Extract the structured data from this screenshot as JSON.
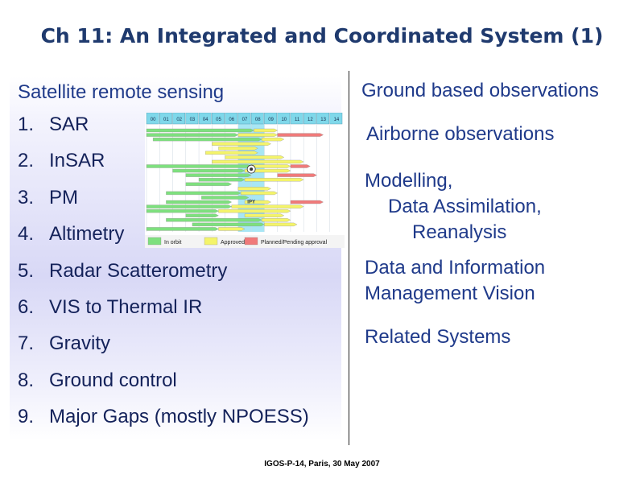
{
  "slide": {
    "title": "Ch 11: An Integrated and Coordinated System (1)",
    "footer": "IGOS-P-14, Paris, 30 May 2007"
  },
  "left": {
    "heading": "Satellite remote sensing",
    "items": [
      {
        "num": "1.",
        "label": "SAR"
      },
      {
        "num": "2.",
        "label": "InSAR"
      },
      {
        "num": "3.",
        "label": "PM"
      },
      {
        "num": "4.",
        "label": "Altimetry"
      },
      {
        "num": "5.",
        "label": "Radar Scatterometry"
      },
      {
        "num": "6.",
        "label": "VIS to Thermal IR"
      },
      {
        "num": "7.",
        "label": "Gravity"
      },
      {
        "num": "8.",
        "label": "Ground control"
      },
      {
        "num": "9.",
        "label": "Major Gaps (mostly NPOESS)"
      }
    ]
  },
  "right": {
    "ground": "Ground based observations",
    "airborne": "Airborne observations",
    "modelling": [
      "Modelling,",
      "Data Assimilation,",
      "Reanalysis"
    ],
    "data_info": [
      "Data and Information",
      "Management Vision"
    ],
    "related": "Related Systems"
  },
  "timeline": {
    "years": [
      "00",
      "01",
      "02",
      "03",
      "04",
      "05",
      "06",
      "07",
      "08",
      "09",
      "10",
      "11",
      "12",
      "13",
      "14"
    ],
    "legend": [
      "In orbit",
      "Approved",
      "Planned/Pending approval"
    ],
    "colors": {
      "in_orbit": "#7ee07e",
      "approved": "#f4f46a",
      "planned": "#f07a7a",
      "header": "#7fd8ea",
      "ipy": "#a8e6f4"
    },
    "ipy_label": "IPY",
    "ipy_years": [
      "07",
      "08"
    ],
    "missions": [
      {
        "segs": [
          {
            "s": 0,
            "e": 8.2,
            "st": "in_orbit"
          },
          {
            "s": 8.2,
            "e": 10,
            "st": "approved"
          }
        ]
      },
      {
        "segs": [
          {
            "s": 0,
            "e": 7,
            "st": "in_orbit"
          },
          {
            "s": 7,
            "e": 10,
            "st": "approved"
          },
          {
            "s": 10,
            "e": 13.5,
            "st": "planned"
          }
        ]
      },
      {
        "segs": [
          {
            "s": 0.5,
            "e": 8.8,
            "st": "in_orbit"
          },
          {
            "s": 8.8,
            "e": 10.5,
            "st": "approved"
          }
        ]
      },
      {
        "segs": [
          {
            "s": 5,
            "e": 9.5,
            "st": "approved"
          }
        ]
      },
      {
        "segs": [
          {
            "s": 5.5,
            "e": 8.5,
            "st": "approved"
          }
        ]
      },
      {
        "segs": [
          {
            "s": 4.5,
            "e": 8.5,
            "st": "approved"
          }
        ]
      },
      {
        "segs": [
          {
            "s": 6,
            "e": 10.5,
            "st": "approved"
          }
        ]
      },
      {
        "segs": [
          {
            "s": 5,
            "e": 12,
            "st": "approved"
          }
        ]
      },
      {
        "segs": [
          {
            "s": 0,
            "e": 8,
            "st": "in_orbit"
          },
          {
            "s": 8,
            "e": 11,
            "st": "approved"
          },
          {
            "s": 11,
            "e": 12.5,
            "st": "planned"
          }
        ]
      },
      {
        "segs": [
          {
            "s": 2,
            "e": 7.5,
            "st": "in_orbit"
          },
          {
            "s": 7.5,
            "e": 11,
            "st": "approved"
          }
        ]
      },
      {
        "segs": [
          {
            "s": 3,
            "e": 8,
            "st": "in_orbit"
          },
          {
            "s": 10,
            "e": 13,
            "st": "planned"
          }
        ]
      },
      {
        "segs": [
          {
            "s": 4,
            "e": 7.5,
            "st": "in_orbit"
          },
          {
            "s": 7.5,
            "e": 12,
            "st": "approved"
          }
        ]
      },
      {
        "segs": [
          {
            "s": 3,
            "e": 6.5,
            "st": "in_orbit"
          }
        ]
      },
      {
        "segs": [
          {
            "s": 7,
            "e": 9.5,
            "st": "approved"
          }
        ]
      },
      {
        "segs": [
          {
            "s": 1.5,
            "e": 7.2,
            "st": "in_orbit"
          },
          {
            "s": 7.2,
            "e": 10,
            "st": "approved"
          }
        ]
      },
      {
        "segs": [
          {
            "s": 4.2,
            "e": 7.8,
            "st": "in_orbit"
          }
        ]
      },
      {
        "segs": [
          {
            "s": 1.5,
            "e": 6.5,
            "st": "in_orbit"
          },
          {
            "s": 7.5,
            "e": 9.5,
            "st": "approved"
          },
          {
            "s": 11,
            "e": 13.5,
            "st": "planned"
          }
        ]
      },
      {
        "segs": [
          {
            "s": 0,
            "e": 6.5,
            "st": "in_orbit"
          },
          {
            "s": 6.5,
            "e": 12,
            "st": "approved"
          }
        ]
      },
      {
        "segs": [
          {
            "s": 0,
            "e": 5.5,
            "st": "in_orbit"
          },
          {
            "s": 5.5,
            "e": 11,
            "st": "approved"
          }
        ]
      },
      {
        "segs": [
          {
            "s": 3,
            "e": 5.5,
            "st": "in_orbit"
          },
          {
            "s": 7.5,
            "e": 10.5,
            "st": "approved"
          }
        ]
      },
      {
        "segs": [
          {
            "s": 1.5,
            "e": 8.8,
            "st": "in_orbit"
          },
          {
            "s": 8.8,
            "e": 11,
            "st": "approved"
          }
        ]
      },
      {
        "segs": [
          {
            "s": 3.5,
            "e": 9,
            "st": "in_orbit"
          },
          {
            "s": 9,
            "e": 11.5,
            "st": "approved"
          }
        ]
      },
      {
        "segs": [
          {
            "s": 0,
            "e": 5.5,
            "st": "in_orbit"
          },
          {
            "s": 5.5,
            "e": 7.5,
            "st": "approved"
          }
        ]
      }
    ]
  }
}
